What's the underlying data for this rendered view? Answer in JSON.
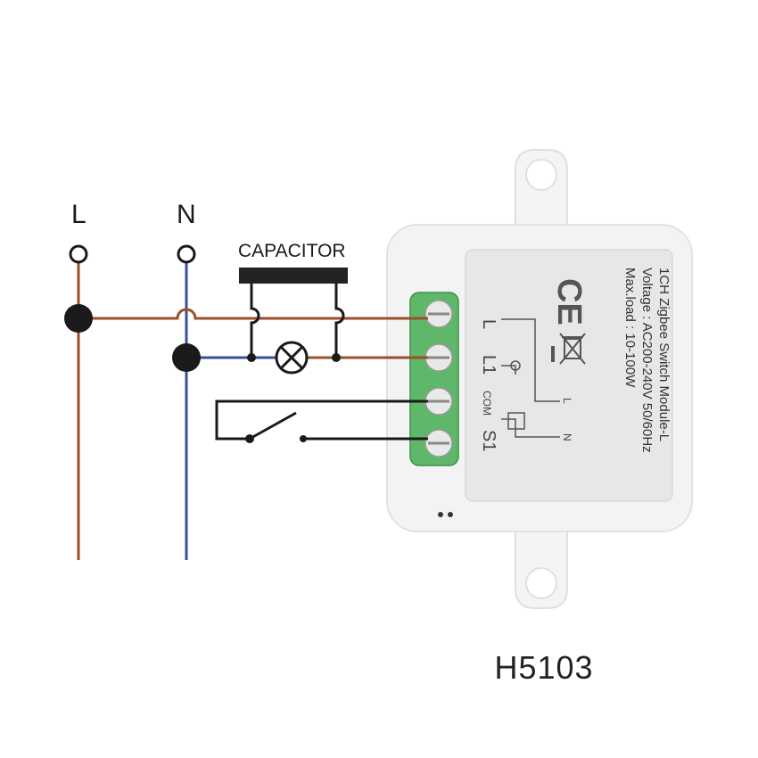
{
  "labels": {
    "line": "L",
    "neutral": "N",
    "capacitor": "CAPACITOR",
    "model": "H5103"
  },
  "module": {
    "title": "1CH Zigbee Switch Module-L",
    "voltage": "Voltage : AC200-240V 50/60Hz",
    "max_load": "Max.load : 10-100W",
    "ce_mark": "CE",
    "terminals": [
      "L",
      "L1",
      "COM",
      "S1"
    ],
    "inner_terminals": [
      "L",
      "N"
    ]
  },
  "colors": {
    "line_wire": "#9a4f2a",
    "neutral_wire": "#3a4f9a",
    "control_wire": "#1a1a1a",
    "terminal_block": "#5fb86a",
    "module_body": "#f2f2f2",
    "module_label": "#e6e6e6"
  }
}
